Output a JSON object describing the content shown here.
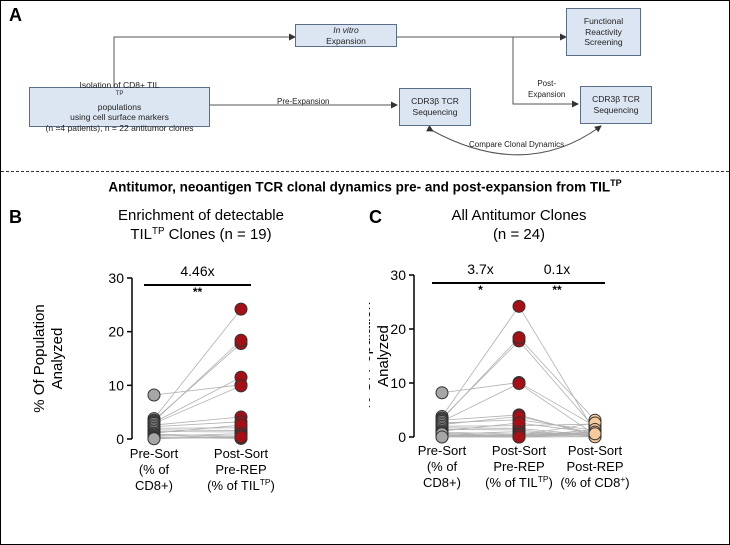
{
  "panels": {
    "a": "A",
    "b": "B",
    "c": "C"
  },
  "flow": {
    "isolation": [
      "Isolation of CD8+ TIL",
      "TP",
      " populations",
      "using cell surface markers",
      "(n =4 patients), n = 22 antitumor clones"
    ],
    "in_vitro": [
      "In vitro",
      " Expansion"
    ],
    "functional": [
      "Functional",
      "Reactivity",
      "Screening"
    ],
    "cdr3_pre": [
      "CDR3β TCR",
      "Sequencing"
    ],
    "cdr3_post": [
      "CDR3β TCR",
      "Sequencing"
    ],
    "pre_expansion_label": "Pre-Expansion",
    "post_expansion_label": [
      "Post-",
      "Expansion"
    ],
    "compare_label": "Compare Clonal Dynamics"
  },
  "section_title": [
    "Antitumor, neoantigen TCR clonal dynamics pre- and post-expansion from TIL",
    "TP"
  ],
  "colors": {
    "box_fill": "#dce6f2",
    "box_border": "#5a6d8a",
    "pre_sort": "#a6a6a6",
    "post_sort_pre_rep": "#a50f15",
    "post_sort_post_rep": "#f7c99b",
    "lines": "#b0b0b0"
  },
  "chart_data": [
    {
      "type": "scatter",
      "title": [
        "Enrichment of detectable",
        "TIL",
        "TP",
        " Clones (n = 19)"
      ],
      "ylabel": "% Of Population Analyzed",
      "ylim": [
        0,
        30
      ],
      "yticks": [
        "0",
        "10",
        "20",
        "30"
      ],
      "categories": [
        [
          "Pre-Sort",
          "(% of",
          "CD8+)"
        ],
        [
          "Post-Sort",
          "Pre-REP",
          "(% of TIL",
          "TP",
          ")"
        ]
      ],
      "annotations": [
        {
          "fold": "4.46x",
          "sig": "**",
          "from": 0,
          "to": 1
        }
      ],
      "series": [
        {
          "category": 0,
          "values": [
            8.2,
            3.8,
            3.5,
            3.3,
            3.1,
            2.9,
            2.6,
            2.3,
            2.0,
            1.7,
            1.4,
            1.1,
            0.9,
            0.7,
            0.5,
            0.3,
            0.2,
            0.1,
            0.05
          ]
        },
        {
          "category": 1,
          "values": [
            10.1,
            24.2,
            17.8,
            18.4,
            11.5,
            9.9,
            4.1,
            3.2,
            2.1,
            1.6,
            1.3,
            2.6,
            0.5,
            0.2,
            1.0,
            0.1,
            0.3,
            0.6,
            0.4
          ]
        }
      ]
    },
    {
      "type": "scatter",
      "title": [
        "All Antitumor Clones",
        "(n = 24)"
      ],
      "ylabel": "% Of Population Analyzed",
      "ylim": [
        0,
        30
      ],
      "yticks": [
        "0",
        "10",
        "20",
        "30"
      ],
      "categories": [
        [
          "Pre-Sort",
          "(% of",
          "CD8+)"
        ],
        [
          "Post-Sort",
          "Pre-REP",
          "(% of TIL",
          "TP",
          ")"
        ],
        [
          "Post-Sort",
          "Post-REP",
          "(% of CD8",
          "+",
          ")"
        ]
      ],
      "annotations": [
        {
          "fold": "3.7x",
          "sig": "*",
          "from": 0,
          "to": 1
        },
        {
          "fold": "0.1x",
          "sig": "**",
          "from": 1,
          "to": 2
        }
      ],
      "series": [
        {
          "category": 0,
          "values": [
            8.2,
            3.8,
            3.5,
            3.3,
            3.1,
            2.9,
            2.6,
            2.3,
            2.0,
            1.7,
            1.4,
            1.1,
            0.9,
            0.7,
            0.5,
            0.3,
            0.2,
            0.1,
            0.05,
            0.1,
            0.2,
            0.4,
            0.6,
            0.0
          ]
        },
        {
          "category": 1,
          "values": [
            10.1,
            24.2,
            17.8,
            18.4,
            4.1,
            9.9,
            3.2,
            3.8,
            2.1,
            1.6,
            1.3,
            2.6,
            0.5,
            0.2,
            1.0,
            0.1,
            0.3,
            0.6,
            0.4,
            0.0,
            0.0,
            0.0,
            0.0,
            0.0
          ]
        },
        {
          "category": 2,
          "values": [
            2.0,
            0.9,
            1.6,
            3.1,
            0.2,
            0.4,
            1.2,
            0.6,
            2.4,
            0.3,
            0.1,
            0.8,
            0.5,
            1.0,
            0.2,
            0.4,
            2.6,
            0.7,
            0.3,
            1.4,
            0.1,
            0.9,
            0.05,
            0.6
          ]
        }
      ]
    }
  ]
}
